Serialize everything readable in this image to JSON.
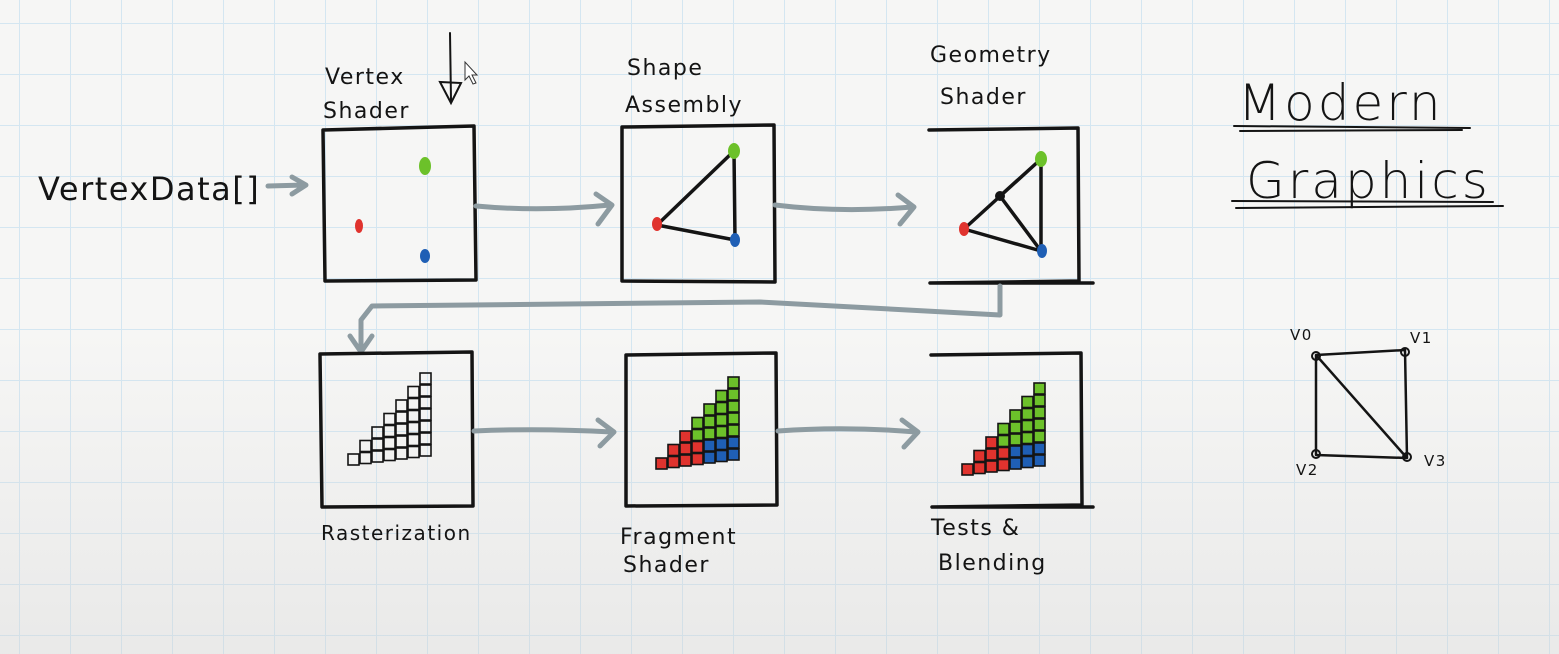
{
  "input_label": "VertexData[]",
  "title": {
    "line1": "Modern",
    "line2": "Graphics"
  },
  "stages": [
    {
      "id": "vertex-shader",
      "label_lines": [
        "Vertex",
        "Shader"
      ]
    },
    {
      "id": "shape-assembly",
      "label_lines": [
        "Shape",
        "Assembly"
      ]
    },
    {
      "id": "geometry-shader",
      "label_lines": [
        "Geometry",
        "Shader"
      ]
    },
    {
      "id": "rasterization",
      "label_lines": [
        "Rasterization"
      ]
    },
    {
      "id": "fragment-shader",
      "label_lines": [
        "Fragment",
        "Shader"
      ]
    },
    {
      "id": "tests-blending",
      "label_lines": [
        "Tests &",
        "Blending"
      ]
    }
  ],
  "quad_labels": {
    "v0": "V0",
    "v1": "V1",
    "v2": "V2",
    "v3": "V3"
  },
  "colors": {
    "vertex_green": "#6cc12a",
    "vertex_red": "#e0332e",
    "vertex_blue": "#1f5fb5",
    "arrow_gray": "#8d9ba1",
    "ink": "#141414",
    "grid": "#d4e6f1"
  }
}
